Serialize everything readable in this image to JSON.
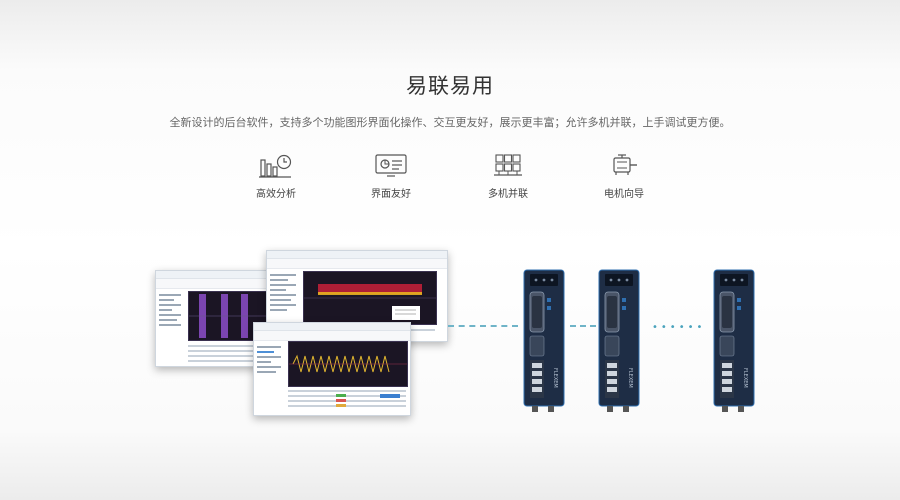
{
  "header": {
    "title": "易联易用",
    "subtitle": "全新设计的后台软件，支持多个功能图形界面化操作、交互更友好，展示更丰富；允许多机并联，上手调试更方便。"
  },
  "features": [
    {
      "label": "高效分析",
      "icon": "bar-chart-clock-icon"
    },
    {
      "label": "界面友好",
      "icon": "monitor-interface-icon"
    },
    {
      "label": "多机并联",
      "icon": "multi-server-icon"
    },
    {
      "label": "电机向导",
      "icon": "motor-icon"
    }
  ],
  "device": {
    "brand": "FLEXEM",
    "count_shown": 3
  },
  "colors": {
    "accent_line": "#6fb4c8",
    "drive_body": "#1e2d45",
    "drive_accent": "#2f6fb0"
  }
}
